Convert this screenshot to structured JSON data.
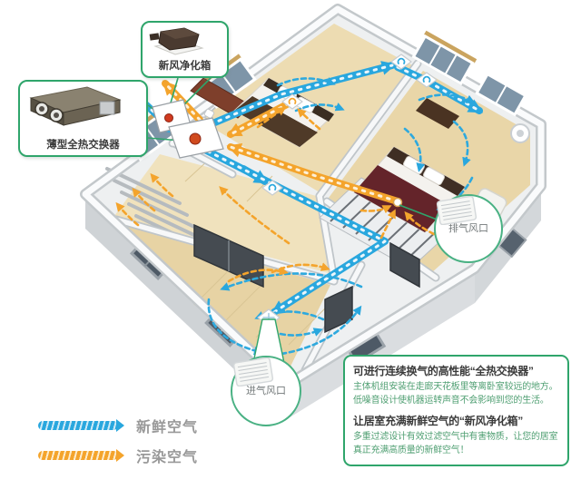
{
  "diagram": {
    "callouts": {
      "purifier": {
        "label": "新风净化箱"
      },
      "exchanger": {
        "label": "薄型全热交换器"
      },
      "exhaust_vent": {
        "label": "排气风口"
      },
      "intake_vent": {
        "label": "进气风口"
      }
    },
    "legend": {
      "items": [
        {
          "label": "新鲜空气",
          "color": "#29a7de"
        },
        {
          "label": "污染空气",
          "color": "#f4a42c"
        }
      ]
    },
    "info_box": {
      "sections": [
        {
          "heading": "可进行连续换气的高性能“全热交换器”",
          "body": "主体机组安装在走廊天花板里等离卧室较远的地方。低噪音设计使机器运转声音不会影响到您的生活。"
        },
        {
          "heading": "让居室充满新鲜空气的“新风净化箱”",
          "body": "多重过滤设计有效过滤空气中有害物质，让您的居室真正充满高质量的新鲜空气！"
        }
      ]
    },
    "colors": {
      "accent_green": "#2fa56b",
      "fresh_air": "#29a7de",
      "polluted_air": "#f4a42c"
    }
  }
}
